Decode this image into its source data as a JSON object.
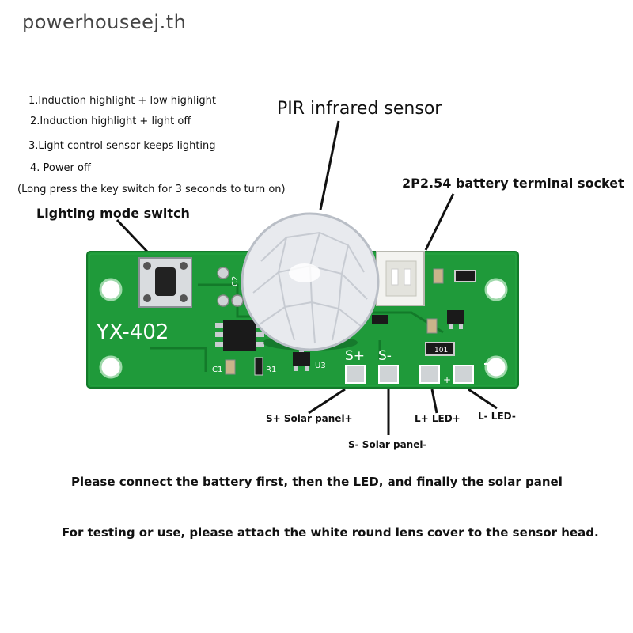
{
  "watermark": "powerhouseej.th",
  "modes": [
    "1.Induction highlight + low highlight",
    "2.Induction highlight + light off",
    "3.Light control sensor keeps lighting",
    "4. Power off",
    "(Long press the key switch for 3 seconds to turn on)"
  ],
  "labels": {
    "pir": "PIR infrared sensor",
    "battery": "2P2.54 battery terminal socket",
    "switch": "Lighting mode switch",
    "s_plus": "S+ Solar panel+",
    "s_minus": "S- Solar panel-",
    "l_plus": "L+ LED+",
    "l_minus": "L- LED-"
  },
  "board": {
    "model": "YX-402",
    "silk_s_plus": "S+",
    "silk_s_minus": "S-",
    "silk_c2": "C2",
    "silk_c1": "C1",
    "silk_r1": "R1",
    "silk_u3": "U3",
    "silk_101": "101",
    "silk_plus": "+"
  },
  "notes": [
    "Please connect the battery first, then the LED, and finally the solar panel",
    "For testing or use, please attach the white round lens cover to the sensor head."
  ],
  "colors": {
    "pcb": "#1f9a3a",
    "pcb_dark": "#137a2a",
    "pad": "#cfd3d6",
    "lens": "#e8eaee"
  }
}
